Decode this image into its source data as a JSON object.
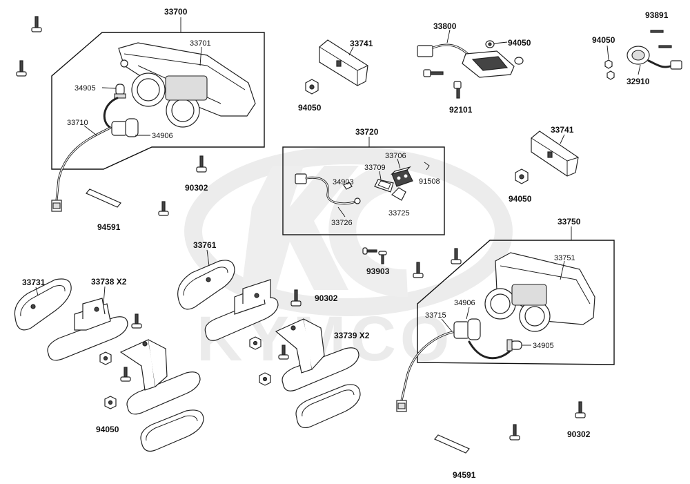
{
  "watermark": {
    "brand": "KYMCO"
  },
  "labels": {
    "p33700": "33700",
    "p33701": "33701",
    "p34905_a": "34905",
    "p33710": "33710",
    "p34906_a": "34906",
    "p90302_a": "90302",
    "p94591_a": "94591",
    "p33741_a": "33741",
    "p94050_a": "94050",
    "p33800": "33800",
    "p94050_b": "94050",
    "p92101": "92101",
    "p93891": "93891",
    "p94050_c": "94050",
    "p32910": "32910",
    "p33720": "33720",
    "p33706": "33706",
    "p33709": "33709",
    "p91508": "91508",
    "p34903": "34903",
    "p33725": "33725",
    "p33726": "33726",
    "p33741_b": "33741",
    "p94050_d": "94050",
    "p33750": "33750",
    "p33751": "33751",
    "p33761": "33761",
    "p33731": "33731",
    "p33738": "33738  X2",
    "p90302_b": "90302",
    "p93903": "93903",
    "p33739": "33739  X2",
    "p34906_b": "34906",
    "p33715": "33715",
    "p34905_b": "34905",
    "p94050_e": "94050",
    "p90302_c": "90302",
    "p94591_b": "94591"
  }
}
